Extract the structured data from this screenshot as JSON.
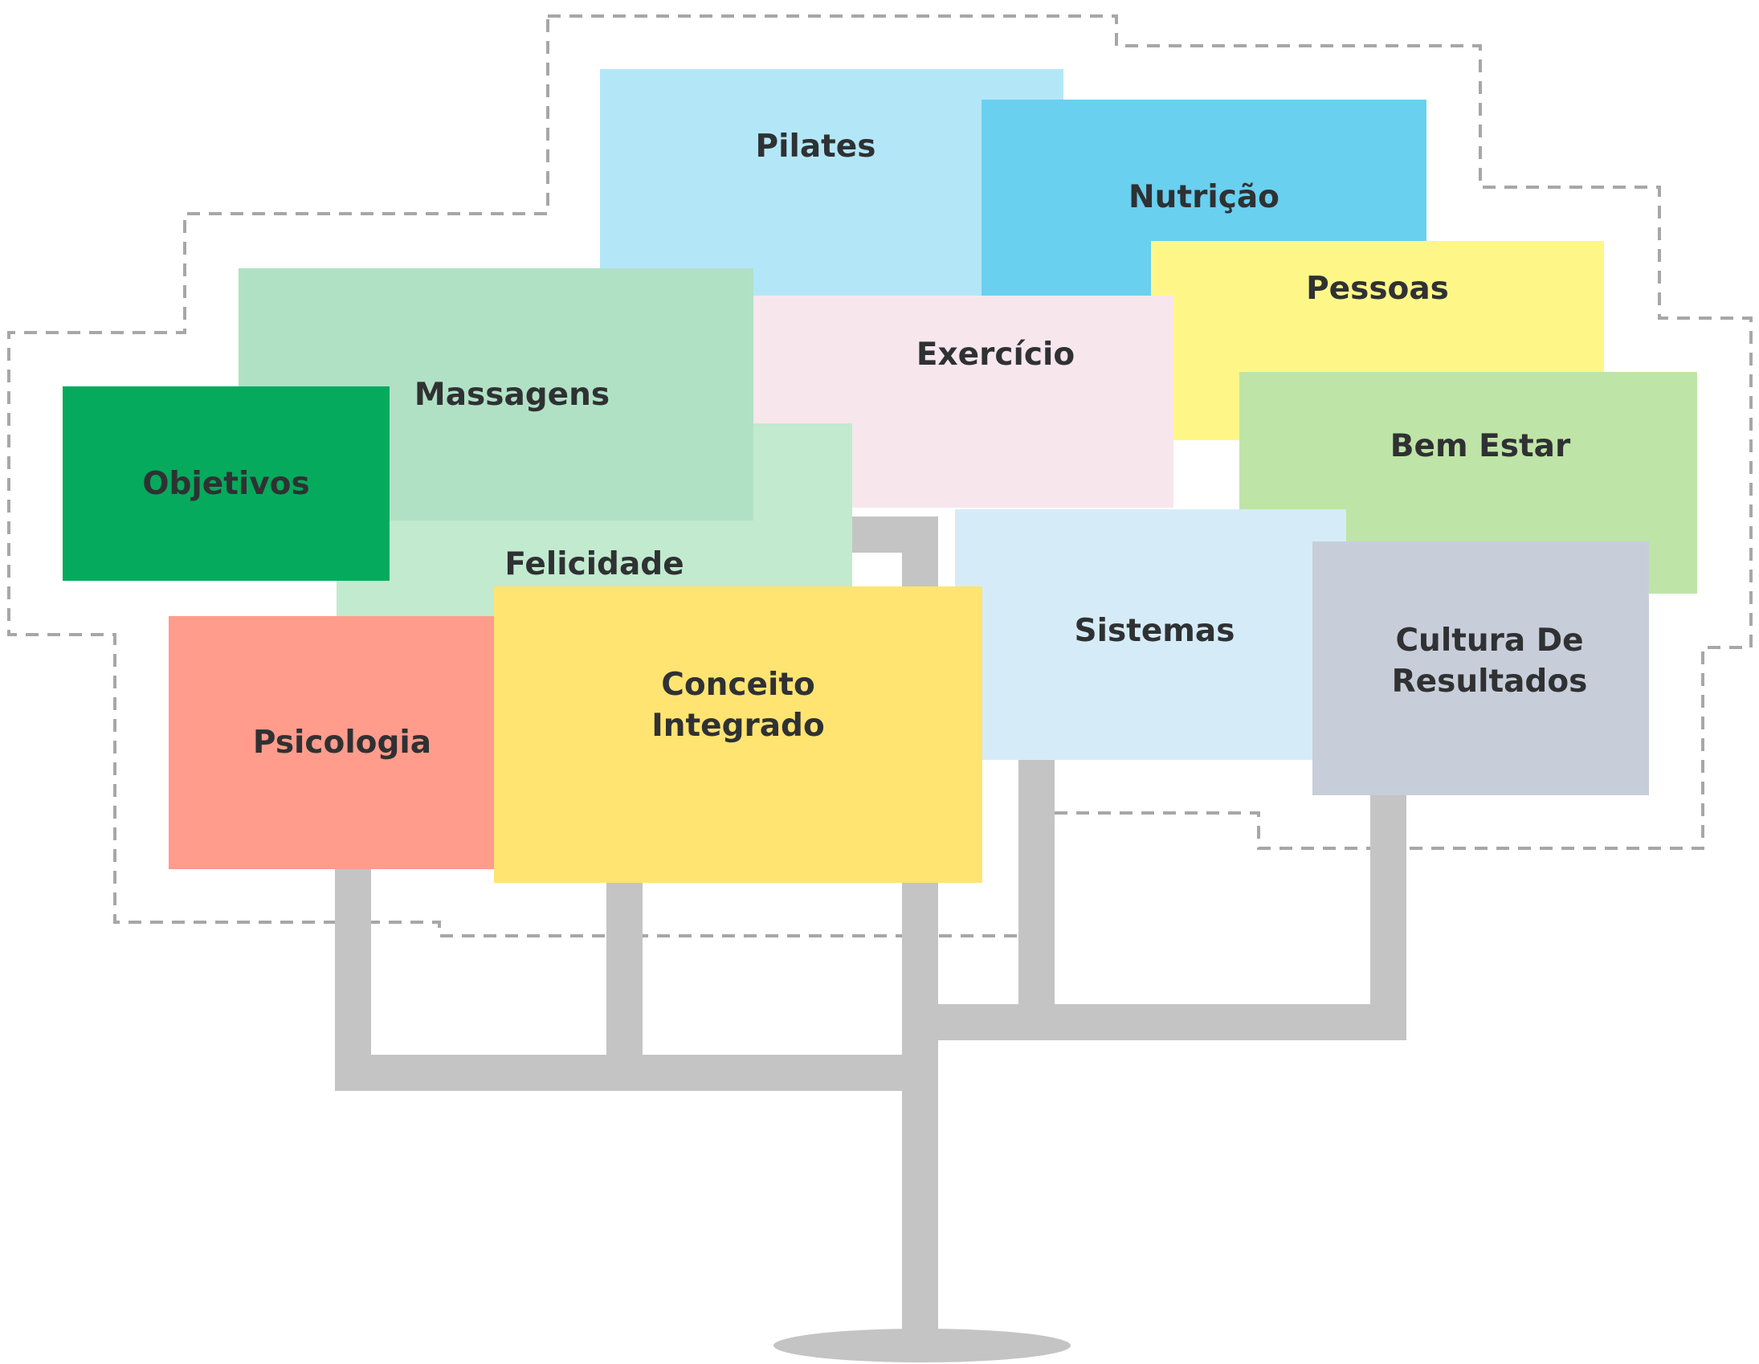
{
  "cards": {
    "pilates": {
      "label": "Pilates",
      "color": "#b3e7f8"
    },
    "nutricao": {
      "label": "Nutrição",
      "color": "#69d0f0"
    },
    "pessoas": {
      "label": "Pessoas",
      "color": "#fef788"
    },
    "exercicio": {
      "label": "Exercício",
      "color": "#f8e6ed"
    },
    "massagens": {
      "label": "Massagens",
      "color": "#b1e1c5"
    },
    "felicidade": {
      "label": "Felicidade",
      "color": "#c1eacf"
    },
    "objetivos": {
      "label": "Objetivos",
      "color": "#05aa5c"
    },
    "bem_estar": {
      "label": "Bem Estar",
      "color": "#bfe4a7"
    },
    "sistemas": {
      "label": "Sistemas",
      "color": "#d5ecf8"
    },
    "cultura": {
      "label": "Cultura De\nResultados",
      "color": "#c8ced9"
    },
    "psicologia": {
      "label": "Psicologia",
      "color": "#ff9c8c"
    },
    "conceito": {
      "label": "Conceito\nIntegrado",
      "color": "#ffe471"
    }
  },
  "colors": {
    "trunk": "#c4c4c4",
    "outline": "#a7a7a7",
    "text": "#2f3133"
  }
}
